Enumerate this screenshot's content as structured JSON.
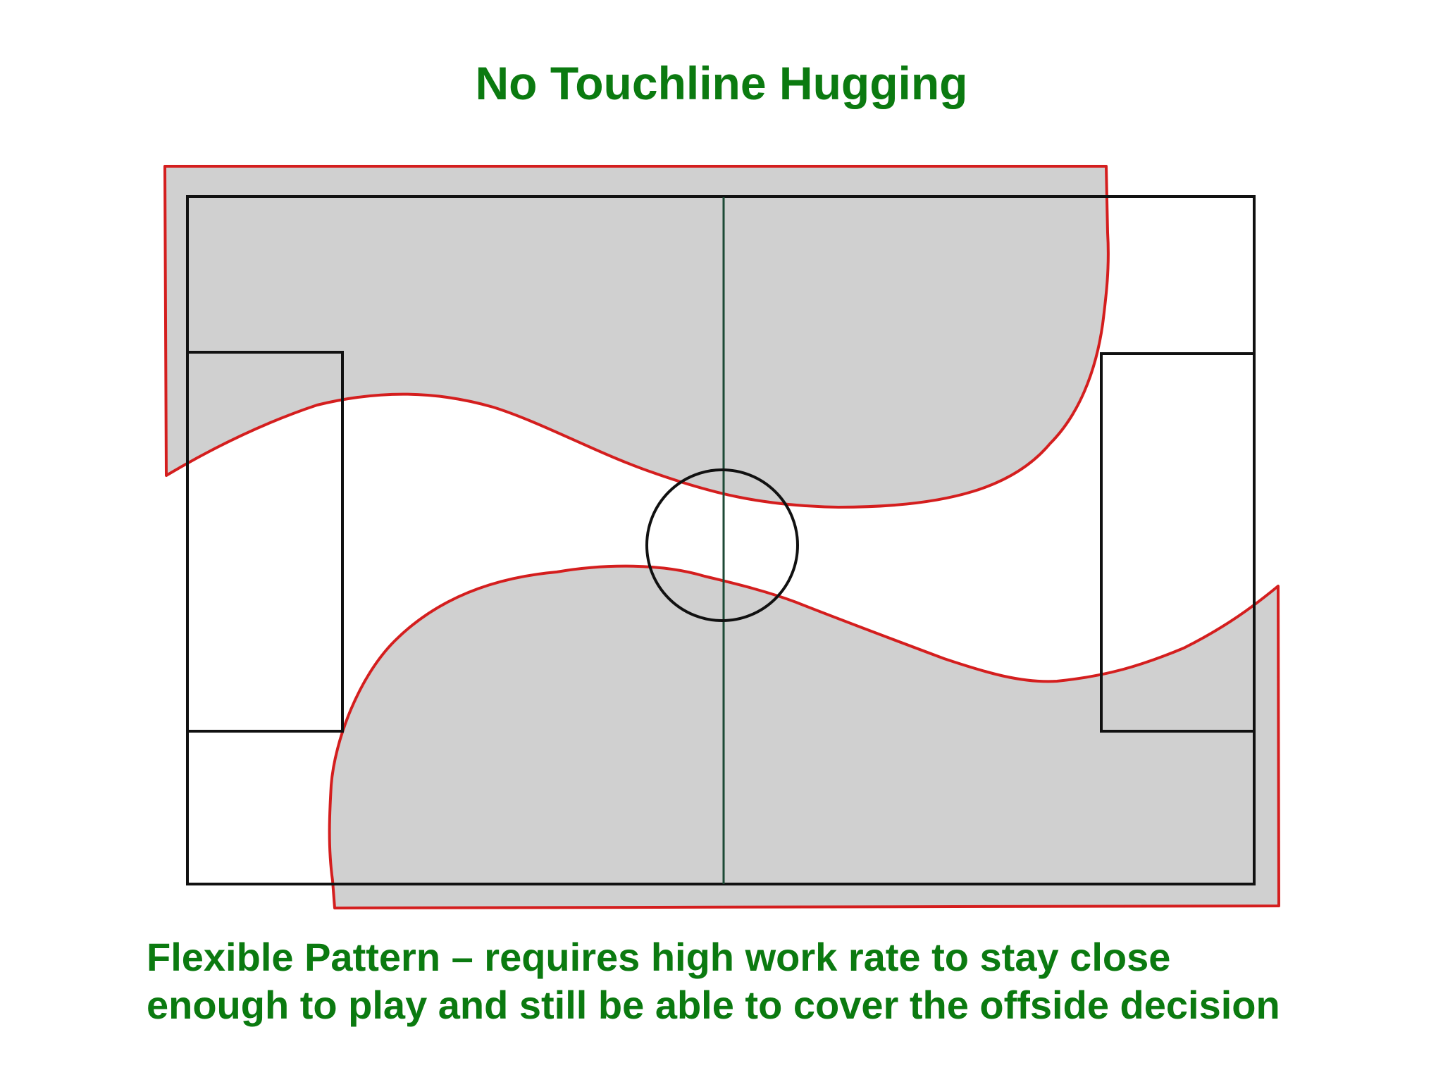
{
  "slide": {
    "title": "No Touchline Hugging",
    "caption_lines": [
      "Flexible Pattern – requires high work rate to stay close",
      "enough to play and still be able to cover the offside decision"
    ]
  },
  "colors": {
    "text": "#0b7a10",
    "zone_fill": "#d0d0d0",
    "zone_outline": "#d41e1e",
    "pitch_lines": "#111111",
    "halfway_line": "#1d4a36"
  }
}
